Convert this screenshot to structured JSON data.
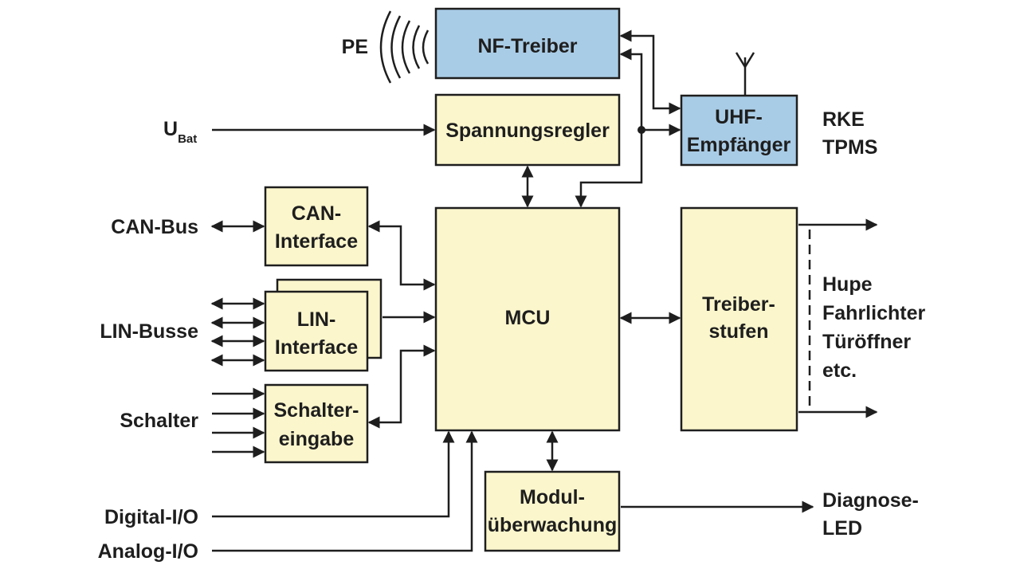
{
  "blocks": {
    "nf_treiber": "NF-Treiber",
    "spannungsregler": "Spannungsregler",
    "uhf": [
      "UHF-",
      "Empfänger"
    ],
    "can": [
      "CAN-",
      "Interface"
    ],
    "lin": [
      "LIN-",
      "Interface"
    ],
    "schalter": [
      "Schalter-",
      "eingabe"
    ],
    "mcu": "MCU",
    "treiber": [
      "Treiber-",
      "stufen"
    ],
    "modul": [
      "Modul-",
      "überwachung"
    ]
  },
  "labels": {
    "pe": "PE",
    "ubat_main": "U",
    "ubat_sub": "Bat",
    "can_bus": "CAN-Bus",
    "lin_busse": "LIN-Busse",
    "schalter": "Schalter",
    "digital_io": "Digital-I/O",
    "analog_io": "Analog-I/O",
    "rke": "RKE",
    "tpms": "TPMS",
    "outputs": [
      "Hupe",
      "Fahrlichter",
      "Türöffner",
      "etc."
    ],
    "diagnose": [
      "Diagnose-",
      "LED"
    ]
  },
  "colors": {
    "blue": "#a9cce6",
    "cream": "#fbf6cc",
    "line": "#1e1e1e"
  }
}
